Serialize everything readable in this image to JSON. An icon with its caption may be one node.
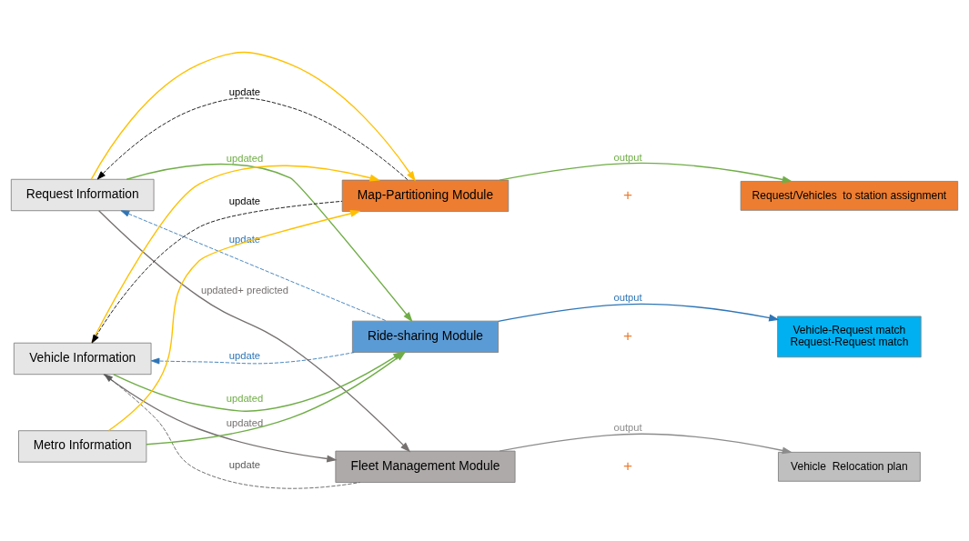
{
  "diagram": {
    "nodes": [
      {
        "text": [
          "Request Information"
        ]
      },
      {
        "text": [
          "Vehicle Information"
        ]
      },
      {
        "text": [
          "Metro Information"
        ]
      },
      {
        "text": [
          "Map-Partitioning Module"
        ]
      },
      {
        "text": [
          "Ride-sharing Module"
        ]
      },
      {
        "text": [
          "Fleet Management Module"
        ]
      },
      {
        "text": [
          "Request/Vehicles  to station assignment"
        ]
      },
      {
        "text": [
          "Vehicle-Request match",
          "Request-Request match"
        ]
      },
      {
        "text": [
          "Vehicle  Relocation plan"
        ]
      }
    ],
    "edges": [
      {
        "from": 0,
        "to": 3,
        "arrow": "to",
        "color": "#ffc000"
      },
      {
        "from": 1,
        "to": 3,
        "arrow": "to",
        "color": "#ffc000"
      },
      {
        "from": 2,
        "to": 3,
        "arrow": "to",
        "color": "#ffc000"
      },
      {
        "from": 0,
        "to": 4,
        "arrow": "to",
        "label": "updated",
        "color": "#70ad47"
      },
      {
        "from": 1,
        "to": 4,
        "arrow": "to",
        "label": "updated",
        "color": "#70ad47"
      },
      {
        "from": 2,
        "to": 4,
        "arrow": "to",
        "color": "#70ad47"
      },
      {
        "from": 0,
        "to": 5,
        "arrow": "to",
        "label": "updated+ predicted",
        "color": "#767171"
      },
      {
        "from": 1,
        "to": 5,
        "arrow": "to",
        "label": "updated",
        "color": "#767171"
      },
      {
        "from": 3,
        "to": 6,
        "arrow": "to",
        "label": "output",
        "color": "#70ad47"
      },
      {
        "from": 4,
        "to": 7,
        "arrow": "to",
        "label": "output",
        "color": "#2e75b6"
      },
      {
        "from": 5,
        "to": 8,
        "arrow": "to",
        "label": "output",
        "color": "#8c8c8c"
      },
      {
        "from": 3,
        "to": 0,
        "arrow": "to",
        "label": "update",
        "style": "dashed",
        "color": "#000000"
      },
      {
        "from": 3,
        "to": 1,
        "arrow": "to",
        "label": "update",
        "style": "dashed",
        "color": "#000000"
      },
      {
        "from": 4,
        "to": 0,
        "arrow": "to",
        "label": "update",
        "style": "dashed",
        "color": "#2e75b6"
      },
      {
        "from": 4,
        "to": 1,
        "arrow": "to",
        "label": "update",
        "style": "dashed",
        "color": "#2e75b6"
      },
      {
        "from": 5,
        "to": 1,
        "arrow": "to",
        "label": "update",
        "style": "dashed",
        "color": "#595959"
      }
    ],
    "labels": [
      "+",
      "+",
      "+"
    ]
  }
}
